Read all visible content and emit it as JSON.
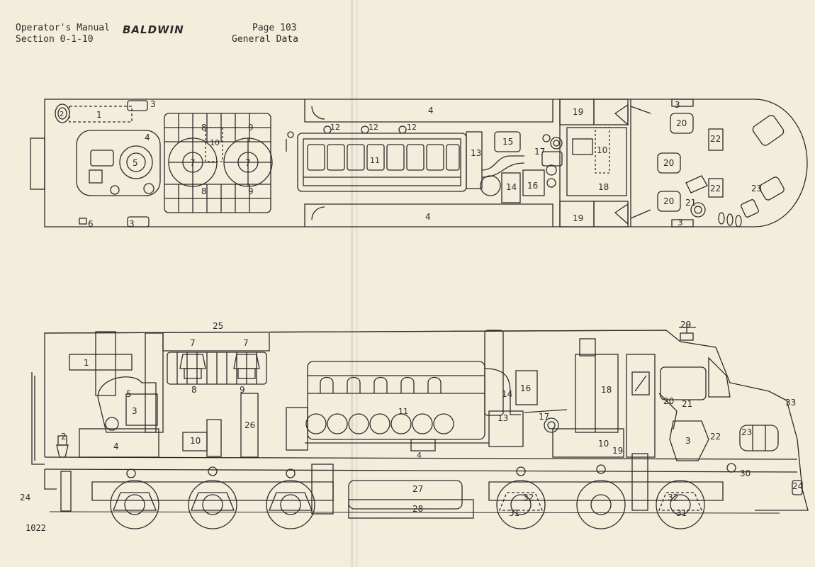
{
  "header": {
    "left_line1": "Operator's Manual",
    "left_line2": "Section 0-1-10",
    "brand": "BALDWIN",
    "right_line1": "Page 103",
    "right_line2": "General Data"
  },
  "drawing_number": "1022",
  "plan_view_callouts": {
    "c1": "1",
    "c2": "2",
    "c3a": "3",
    "c3b": "3",
    "c3c": "3",
    "c3d": "3",
    "c4a": "4",
    "c4b": "4",
    "c4c": "4",
    "c5": "5",
    "c6": "6",
    "c7a": "7",
    "c7b": "7",
    "c8a": "8",
    "c8b": "8",
    "c9a": "9",
    "c9b": "9",
    "c10a": "10",
    "c10b": "10",
    "c11": "11",
    "c12a": "12",
    "c12b": "12",
    "c12c": "12",
    "c13": "13",
    "c14": "14",
    "c15": "15",
    "c16": "16",
    "c17": "17",
    "c18": "18",
    "c19a": "19",
    "c19b": "19",
    "c20a": "20",
    "c20b": "20",
    "c20c": "20",
    "c21": "21",
    "c22a": "22",
    "c22b": "22",
    "c23": "23"
  },
  "elevation_callouts": {
    "c1": "1",
    "c2": "2",
    "c3a": "3",
    "c3b": "3",
    "c4a": "4",
    "c4b": "4",
    "c5": "5",
    "c7a": "7",
    "c7b": "7",
    "c8": "8",
    "c9": "9",
    "c10a": "10",
    "c10b": "10",
    "c11": "11",
    "c13": "13",
    "c14": "14",
    "c16": "16",
    "c17": "17",
    "c18": "18",
    "c19": "19",
    "c20": "20",
    "c21": "21",
    "c22": "22",
    "c23": "23",
    "c24a": "24",
    "c24b": "24",
    "c25": "25",
    "c26": "26",
    "c27": "27",
    "c28": "28",
    "c29": "29",
    "c30": "30",
    "c31a": "31",
    "c31b": "31",
    "c32a": "32",
    "c32b": "32",
    "c33": "33"
  }
}
